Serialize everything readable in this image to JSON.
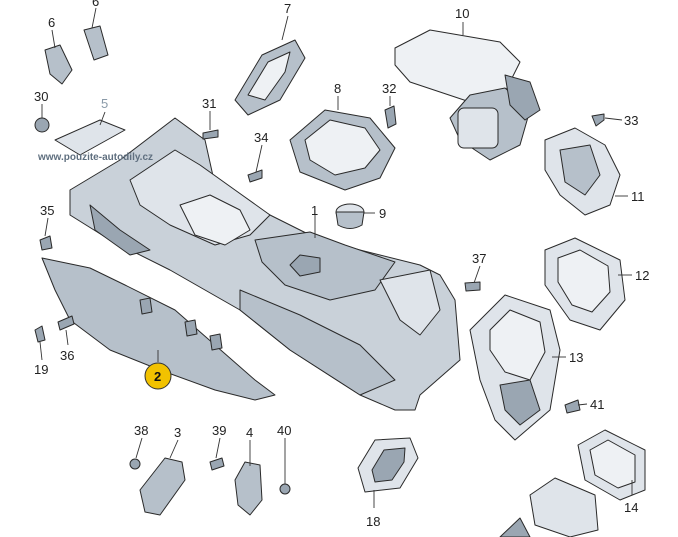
{
  "watermark": "www.pouzite-autodily.cz",
  "highlight_color": "#f2c200",
  "labels": {
    "p1": "1",
    "p2": "2",
    "p3": "3",
    "p4": "4",
    "p5": "5",
    "p6": "6",
    "p7": "7",
    "p8": "8",
    "p9": "9",
    "p10": "10",
    "p11": "11",
    "p12": "12",
    "p13": "13",
    "p14": "14",
    "p18": "18",
    "p19": "19",
    "p30": "30",
    "p31": "31",
    "p32": "32",
    "p33": "33",
    "p34": "34",
    "p35": "35",
    "p36": "36",
    "p37": "37",
    "p38": "38",
    "p39": "39",
    "p40": "40",
    "p41": "41"
  }
}
